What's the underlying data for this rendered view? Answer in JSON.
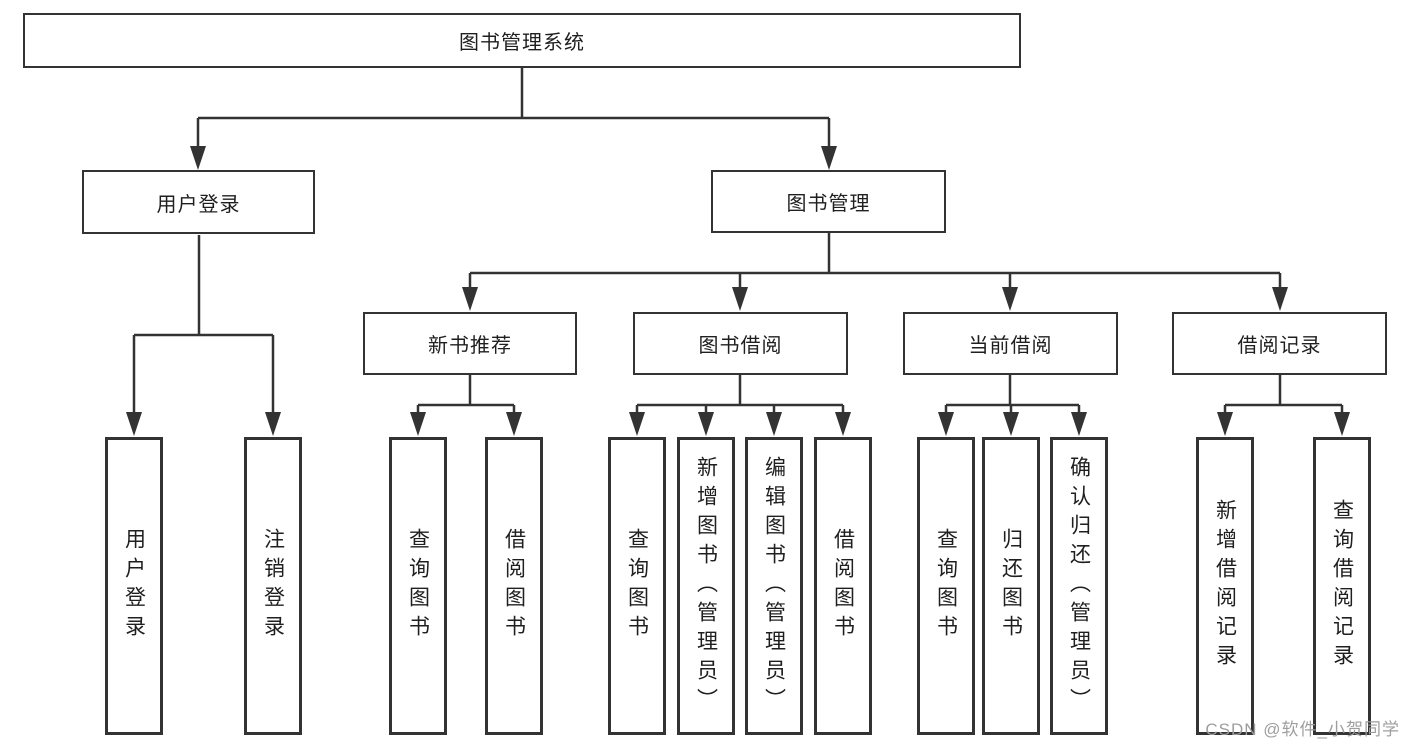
{
  "diagram": {
    "root": "图书管理系统",
    "level2": {
      "user_login": "用户登录",
      "book_mgmt": "图书管理"
    },
    "level3": {
      "recommend": "新书推荐",
      "borrow": "图书借阅",
      "current": "当前借阅",
      "records": "借阅记录"
    },
    "leaves": {
      "user_login": [
        "用户登录",
        "注销登录"
      ],
      "recommend": [
        "查询图书",
        "借阅图书"
      ],
      "borrow": [
        "查询图书",
        "新增图书（管理员）",
        "编辑图书（管理员）",
        "借阅图书"
      ],
      "current": [
        "查询图书",
        "归还图书",
        "确认归还（管理员）"
      ],
      "records": [
        "新增借阅记录",
        "查询借阅记录"
      ]
    },
    "watermark": "CSDN @软件_小贺同学",
    "colors": {
      "line": "#333333",
      "text": "#1f1f1f",
      "watermark": "#9e9e9e",
      "background": "#ffffff"
    }
  }
}
